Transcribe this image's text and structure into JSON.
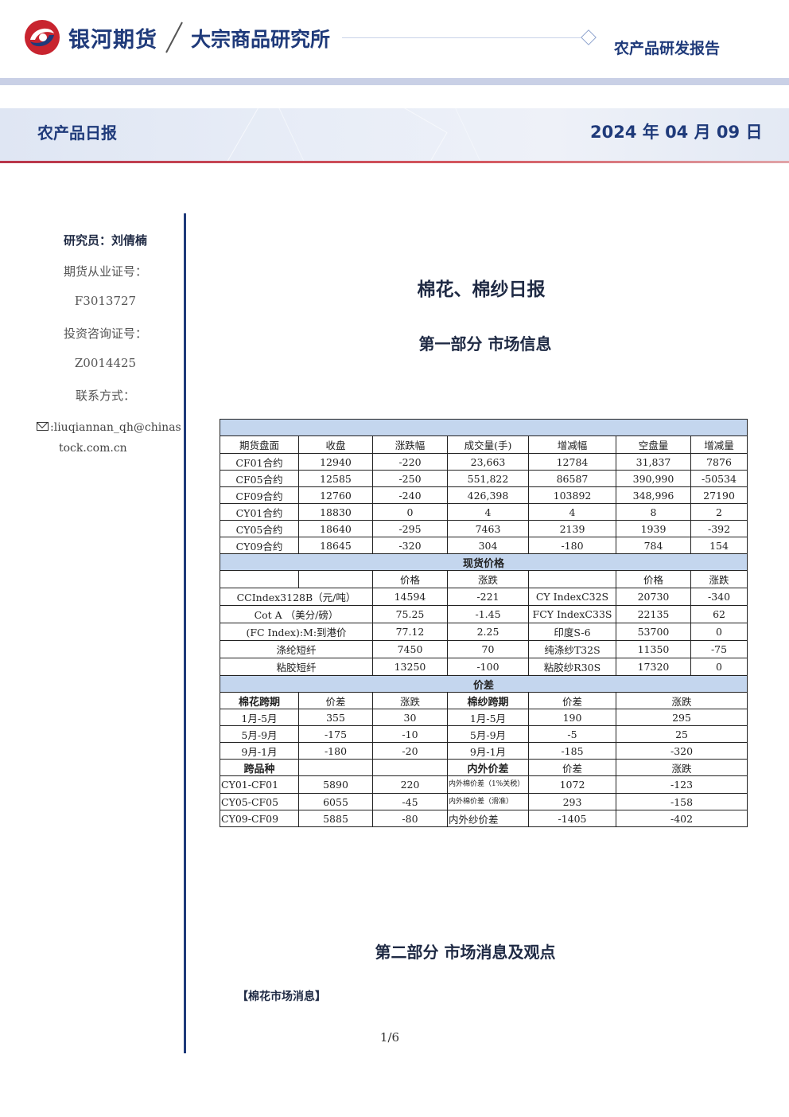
{
  "header": {
    "brand": "银河期货",
    "institute": "大宗商品研究所",
    "report_type": "农产品研发报告"
  },
  "band": {
    "title": "农产品日报",
    "date": "2024 年 04 月 09 日"
  },
  "sidebar": {
    "researcher": "研究员：刘倩楠",
    "license_label": "期货从业证号：",
    "license_no": "F3013727",
    "consult_label": "投资咨询证号：",
    "consult_no": "Z0014425",
    "contact_label": "联系方式：",
    "email_line1": ":liuqiannan_qh@chinas",
    "email_line2": "tock.com.cn"
  },
  "main": {
    "title": "棉花、棉纱日报",
    "section1": "第一部分 市场信息",
    "section2": "第二部分 市场消息及观点",
    "cotton_news": "【棉花市场消息】",
    "page": "1/6"
  },
  "table": {
    "futures_header": [
      "期货盘面",
      "收盘",
      "涨跌幅",
      "成交量(手)",
      "增减幅",
      "空盘量",
      "增减量"
    ],
    "futures": [
      [
        "CF01合约",
        "12940",
        "-220",
        "23,663",
        "12784",
        "31,837",
        "7876"
      ],
      [
        "CF05合约",
        "12585",
        "-250",
        "551,822",
        "86587",
        "390,990",
        "-50534"
      ],
      [
        "CF09合约",
        "12760",
        "-240",
        "426,398",
        "103892",
        "348,996",
        "27190"
      ],
      [
        "CY01合约",
        "18830",
        "0",
        "4",
        "4",
        "8",
        "2"
      ],
      [
        "CY05合约",
        "18640",
        "-295",
        "7463",
        "2139",
        "1939",
        "-392"
      ],
      [
        "CY09合约",
        "18645",
        "-320",
        "304",
        "-180",
        "784",
        "154"
      ]
    ],
    "spot_title": "现货价格",
    "spot_header": [
      "价格",
      "涨跌",
      "价格",
      "涨跌"
    ],
    "spot": [
      [
        "CCIndex3128B（元/吨）",
        "14594",
        "-221",
        "CY IndexC32S",
        "20730",
        "-340"
      ],
      [
        "Cot A （美分/磅）",
        "75.25",
        "-1.45",
        "FCY IndexC33S",
        "22135",
        "62"
      ],
      [
        "(FC Index):M:到港价",
        "77.12",
        "2.25",
        "印度S-6",
        "53700",
        "0"
      ],
      [
        "涤纶短纤",
        "7450",
        "70",
        "纯涤纱T32S",
        "11350",
        "-75"
      ],
      [
        "粘胶短纤",
        "13250",
        "-100",
        "粘胶纱R30S",
        "17320",
        "0"
      ]
    ],
    "spread_title": "价差",
    "spread_header": [
      "棉花跨期",
      "价差",
      "涨跌",
      "棉纱跨期",
      "价差",
      "涨跌"
    ],
    "spread": [
      [
        "1月-5月",
        "355",
        "30",
        "1月-5月",
        "190",
        "295"
      ],
      [
        "5月-9月",
        "-175",
        "-10",
        "5月-9月",
        "-5",
        "25"
      ],
      [
        "9月-1月",
        "-180",
        "-20",
        "9月-1月",
        "-185",
        "-320"
      ]
    ],
    "cross_header": [
      "跨品种",
      "内外价差",
      "价差",
      "涨跌"
    ],
    "cross": [
      [
        "CY01-CF01",
        "5890",
        "220",
        "内外棉价差（1%关税）",
        "1072",
        "-123"
      ],
      [
        "CY05-CF05",
        "6055",
        "-45",
        "内外棉价差（滑准）",
        "293",
        "-158"
      ],
      [
        "CY09-CF09",
        "5885",
        "-80",
        "内外纱价差",
        "-1405",
        "-402"
      ]
    ]
  },
  "colors": {
    "brand_blue": "#1f3a7a",
    "table_header_fill": "#c4d6ee",
    "accent_red": "#b8364a"
  }
}
